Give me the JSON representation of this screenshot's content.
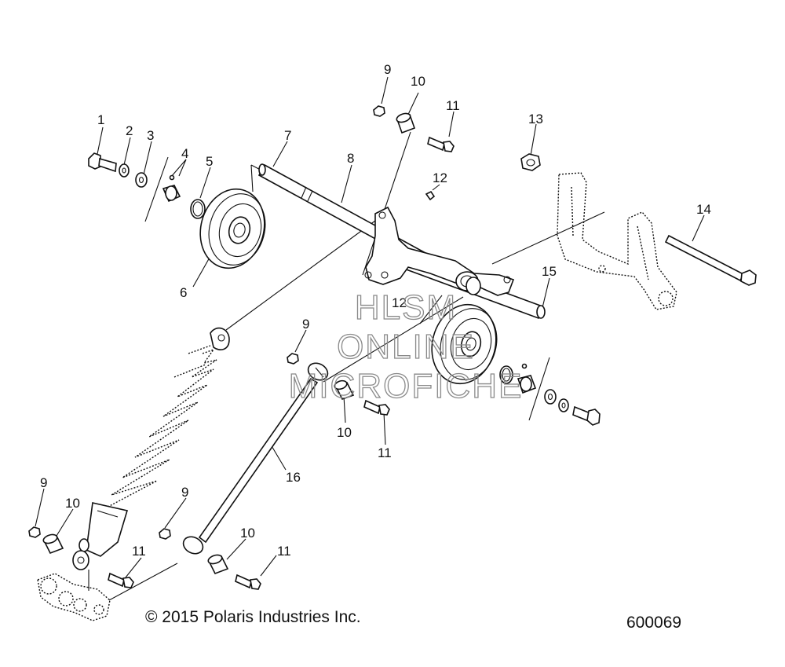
{
  "callouts": {
    "c1": "1",
    "c2": "2",
    "c3": "3",
    "c4": "4",
    "c5": "5",
    "c6": "6",
    "c7": "7",
    "c8": "8",
    "c9a": "9",
    "c10a": "10",
    "c11a": "11",
    "c12a": "12",
    "c13": "13",
    "c14": "14",
    "c15": "15",
    "c12b": "12",
    "c9b": "9",
    "c10b": "10",
    "c11b": "11",
    "c16": "16",
    "c9c": "9",
    "c10c": "10",
    "c9d": "9",
    "c11c": "11",
    "c10d": "10",
    "c11d": "11"
  },
  "watermark": {
    "line1": "HLSM",
    "line2": "ONLINE",
    "line3": "MICROFICHE"
  },
  "footer": {
    "copyright": "© 2015 Polaris Industries Inc.",
    "code": "600069"
  }
}
